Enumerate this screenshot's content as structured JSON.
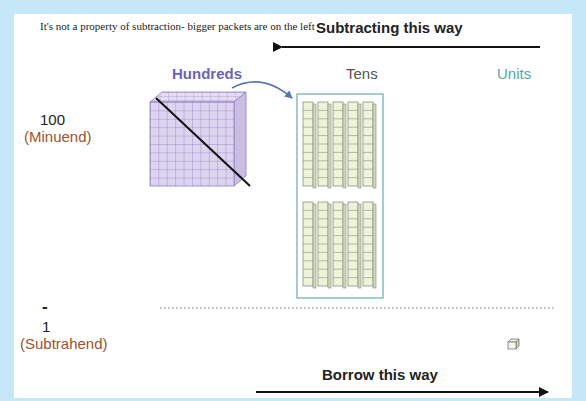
{
  "diagram": {
    "labels": [
      "It's not a property of subtraction- bigger packets are on the left",
      "Subtracting this way",
      "Hundreds",
      "Tens",
      "Units",
      "100",
      "(Minuend)",
      "-",
      "1",
      "(Subtrahend)",
      "Borrow this way"
    ]
  }
}
